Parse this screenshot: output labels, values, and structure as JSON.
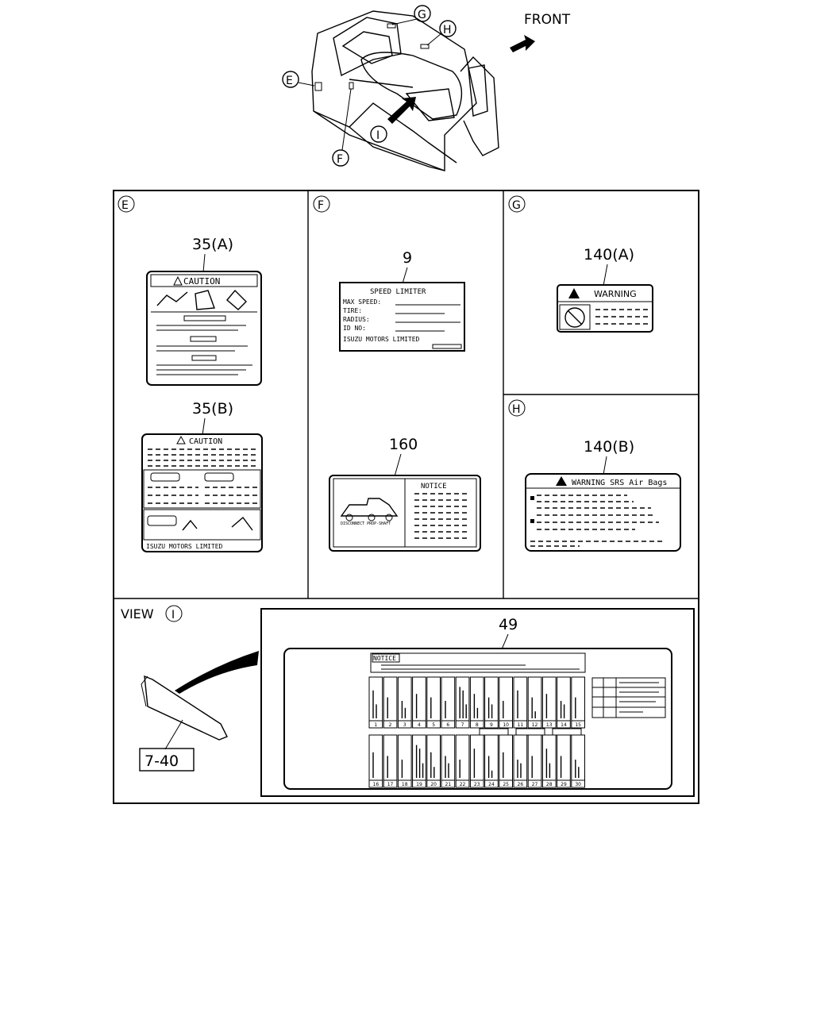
{
  "header": {
    "front_label": "FRONT"
  },
  "callouts": {
    "e": "E",
    "f": "F",
    "g": "G",
    "h": "H",
    "i": "I"
  },
  "panels": {
    "e": {
      "label": "E",
      "part_a": "35(A)",
      "part_b": "35(B)",
      "caution_a": "CAUTION",
      "caution_b": "CAUTION",
      "maker": "ISUZU MOTORS LIMITED"
    },
    "f": {
      "label": "F",
      "part_9": "9",
      "speed_title": "SPEED LIMITER",
      "rows": [
        "MAX SPEED:",
        "TIRE:",
        "RADIUS:",
        "ID NO:"
      ],
      "maker": "ISUZU MOTORS LIMITED",
      "part_160": "160",
      "notice": "NOTICE",
      "disconnect": "DISCONNECT PROP-SHAFT"
    },
    "g": {
      "label": "G",
      "part": "140(A)",
      "warning": "WARNING"
    },
    "h": {
      "label": "H",
      "part": "140(B)",
      "warning": "WARNING SRS Air Bags"
    },
    "view": {
      "view_label": "VIEW",
      "view_letter": "I",
      "ref": "7-40",
      "part_49": "49",
      "notice": "NOTICE",
      "row1_numbers": [
        "1",
        "2",
        "3",
        "4",
        "5",
        "6",
        "7",
        "8",
        "9",
        "10",
        "11",
        "12",
        "13",
        "14",
        "15"
      ],
      "row2_numbers": [
        "16",
        "17",
        "18",
        "19",
        "20",
        "21",
        "22",
        "23",
        "24",
        "25",
        "26",
        "27",
        "28",
        "29",
        "30"
      ]
    }
  }
}
